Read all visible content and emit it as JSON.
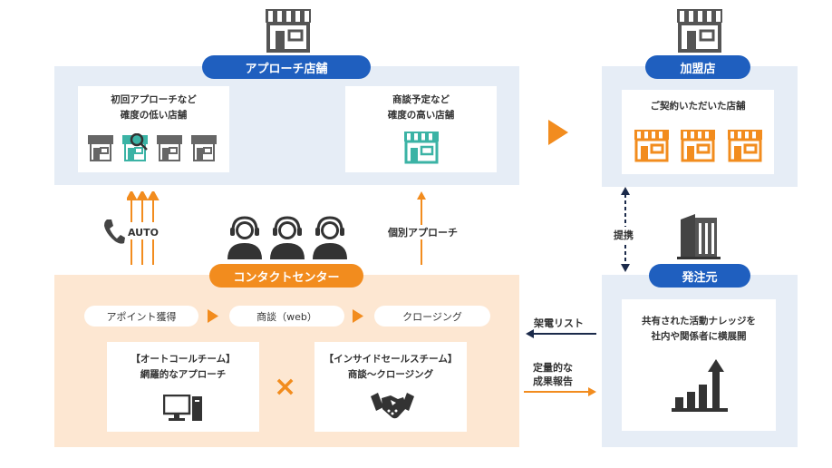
{
  "approach": {
    "title": "アプローチ店舗",
    "low": [
      "初回アプローチなど",
      "確度の低い店舗"
    ],
    "high": [
      "商談予定など",
      "確度の高い店舗"
    ]
  },
  "member": {
    "title": "加盟店",
    "card": "ご契約いただいた店舗"
  },
  "mid": {
    "auto": "AUTO",
    "individual": "個別アプローチ",
    "partner": "提携"
  },
  "contact": {
    "title": "コンタクトセンター",
    "steps": [
      "アポイント獲得",
      "商談（web）",
      "クロージング"
    ],
    "team1": [
      "【オートコールチーム】",
      "網羅的なアプローチ"
    ],
    "team2": [
      "【インサイドセールスチーム】",
      "商談～クロージング"
    ],
    "times": "×"
  },
  "client": {
    "title": "発注元",
    "card": [
      "共有された活動ナレッジを",
      "社内や関係者に横展開"
    ]
  },
  "flows": {
    "call_list": "架電リスト",
    "report": [
      "定量的な",
      "成果報告"
    ]
  },
  "colors": {
    "navy": "#1f5fbf",
    "orange": "#f28c1e",
    "teal": "#3bb3a5",
    "gray": "#555555",
    "panel_blue": "#e6edf6",
    "panel_orange": "#fde7d2"
  }
}
